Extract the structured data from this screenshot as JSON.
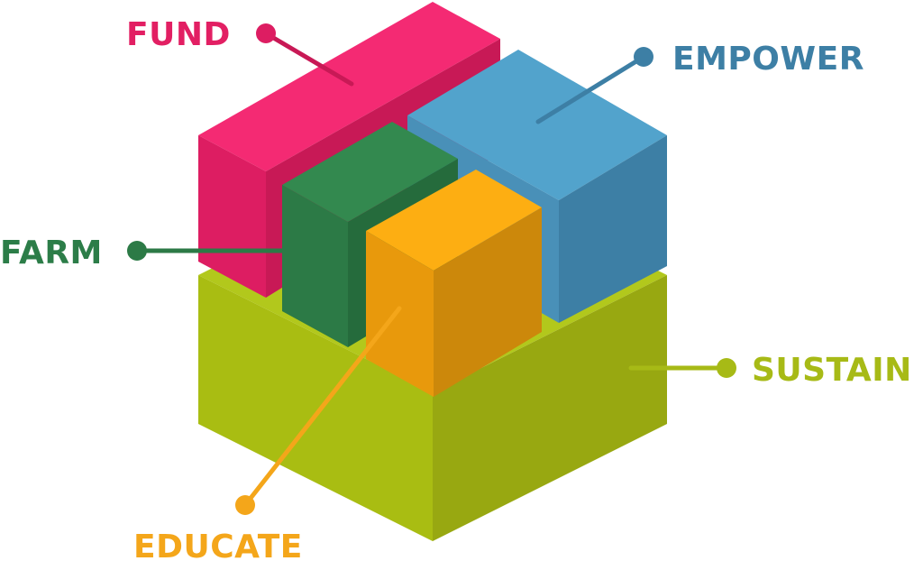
{
  "diagram": {
    "labels": {
      "fund": "FUND",
      "empower": "EMPOWER",
      "farm": "FARM",
      "sustain": "SUSTAIN",
      "educate": "EDUCATE"
    },
    "colors": {
      "fund": "#E21F63",
      "empower": "#3D7FA5",
      "farm": "#2C7D48",
      "sustain": "#A7BA16",
      "educate": "#F4A61A"
    }
  }
}
